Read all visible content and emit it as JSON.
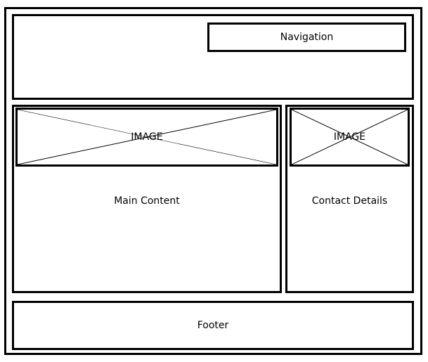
{
  "navigation": {
    "label": "Navigation"
  },
  "main": {
    "image_label": "IMAGE",
    "label": "Main Content"
  },
  "sidebar": {
    "image_label": "IMAGE",
    "label": "Contact Details"
  },
  "footer": {
    "label": "Footer"
  }
}
